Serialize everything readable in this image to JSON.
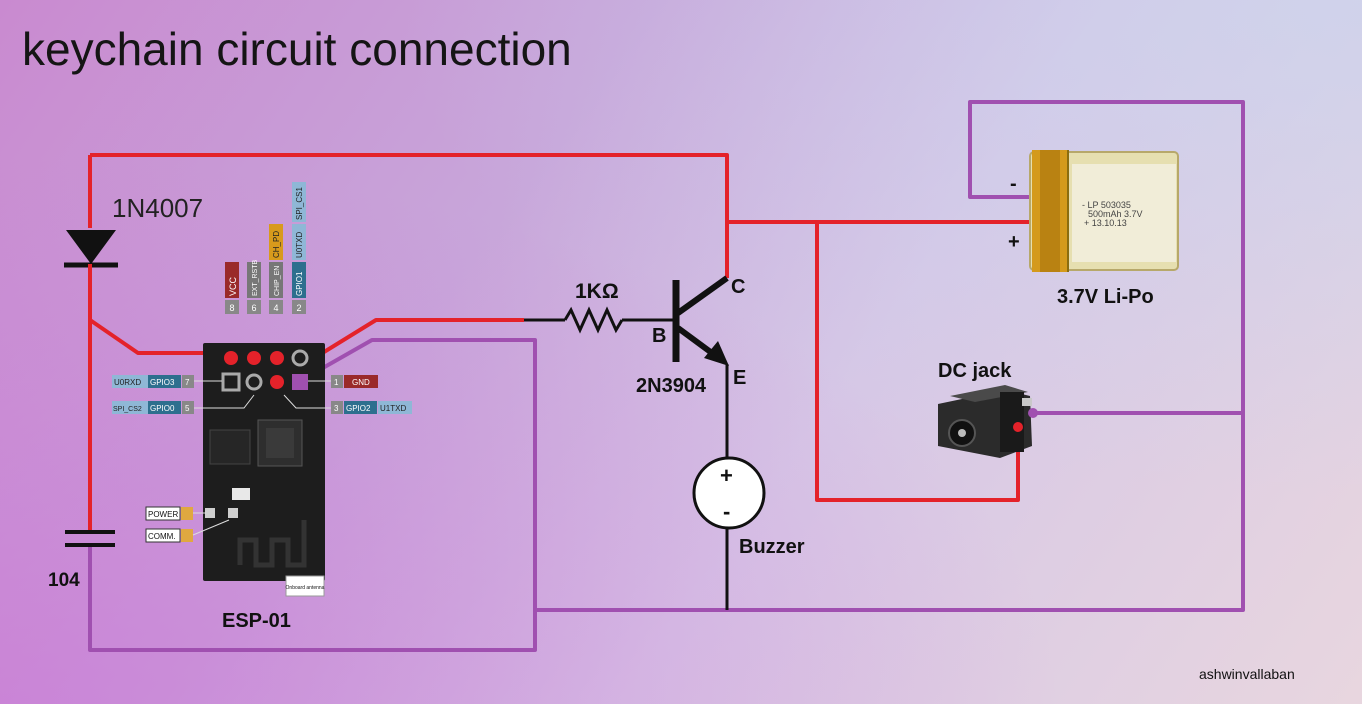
{
  "title": "keychain circuit connection",
  "credit": "ashwinvallaban",
  "colors": {
    "wire_red": "#e4222a",
    "wire_purple": "#a050b0",
    "wire_black": "#111111"
  },
  "components": {
    "diode": {
      "label": "1N4007"
    },
    "capacitor": {
      "label": "104"
    },
    "resistor": {
      "label": "1KΩ"
    },
    "transistor": {
      "label": "2N3904",
      "collector": "C",
      "base": "B",
      "emitter": "E"
    },
    "buzzer": {
      "label": "Buzzer",
      "plus": "+",
      "minus": "-"
    },
    "battery": {
      "label": "3.7V Li-Po",
      "minus": "-",
      "plus": "+",
      "print_line1": "- LP 503035",
      "print_line2": "500mAh 3.7V",
      "print_line3": "+ 13.10.13"
    },
    "dc_jack": {
      "label": "DC jack"
    },
    "esp01": {
      "label": "ESP-01",
      "top_pins": [
        {
          "num": "8",
          "names": [
            "VCC"
          ]
        },
        {
          "num": "6",
          "names": [
            "EXT_RSTB"
          ]
        },
        {
          "num": "4",
          "names": [
            "CHIP_EN",
            "CH_PD"
          ]
        },
        {
          "num": "2",
          "names": [
            "GPIO1",
            "U0TXD",
            "SPI_CS1"
          ]
        }
      ],
      "left_pins": [
        {
          "num": "7",
          "names": [
            "U0RXD",
            "GPIO3"
          ]
        },
        {
          "num": "5",
          "names": [
            "SPI_CS2",
            "GPIO0"
          ]
        }
      ],
      "right_pins": [
        {
          "num": "1",
          "names": [
            "GND"
          ]
        },
        {
          "num": "3",
          "names": [
            "GPIO2",
            "U1TXD"
          ]
        }
      ],
      "leds": [
        "POWER",
        "COMM."
      ],
      "antenna": "Onboard antenna"
    }
  }
}
